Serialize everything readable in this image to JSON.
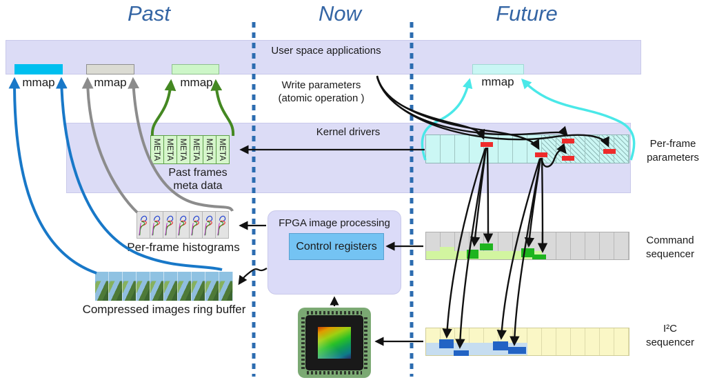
{
  "titles": {
    "past": "Past",
    "now": "Now",
    "future": "Future"
  },
  "user_space_bar": {
    "label": "User space applications"
  },
  "kernel_bar": {
    "label": "Kernel drivers"
  },
  "mmap": {
    "past_cyan": "mmap",
    "past_gray": "mmap",
    "past_green": "mmap",
    "future": "mmap"
  },
  "write_parameters": {
    "line1": "Write parameters",
    "line2": "(atomic operation )"
  },
  "meta": {
    "cell_label": "META",
    "caption_line1": "Past frames",
    "caption_line2": "meta data"
  },
  "histograms": {
    "caption": "Per-frame histograms"
  },
  "ring_buffer": {
    "caption": "Compressed images ring buffer"
  },
  "fpga": {
    "title": "FPGA image processing",
    "control_registers": "Control registers"
  },
  "sequencers": {
    "per_frame_line1": "Per-frame",
    "per_frame_line2": "parameters",
    "command_line1": "Command",
    "command_line2": "sequencer",
    "i2c_line1": "I²C",
    "i2c_line2": "sequencer"
  },
  "grid": {
    "meta_cells": 6,
    "histogram_cells": 7,
    "buffer_frames": 10,
    "params_cells": 14,
    "command_cells": 14,
    "i2c_cells": 14,
    "red_marks": 5
  },
  "colors": {
    "title_blue": "#3465a4",
    "lavender_bar": "#dcdcf6",
    "mmap_cyan": "#00bfef",
    "mmap_gray": "#dbdbd3",
    "mmap_green": "#cdf6c8",
    "mmap_future_cyan": "#c9f6f4",
    "param_cell_cyan": "#cbf7f4",
    "red_mark": "#ee2b2b",
    "command_gray": "#d9d9d9",
    "command_light_green": "#d2f5a0",
    "command_green": "#1eb41e",
    "i2c_yellow": "#faf7c6",
    "i2c_light_blue": "#c6ddf0",
    "i2c_blue": "#2263c4",
    "control_registers_blue": "#74c3f3",
    "arrow_blue": "#1878c8",
    "arrow_gray": "#8c8c8c",
    "arrow_green": "#448822",
    "arrow_cyan": "#4ae8e8",
    "arrow_black": "#111111",
    "dashed_line_blue": "#2c6cb0"
  }
}
